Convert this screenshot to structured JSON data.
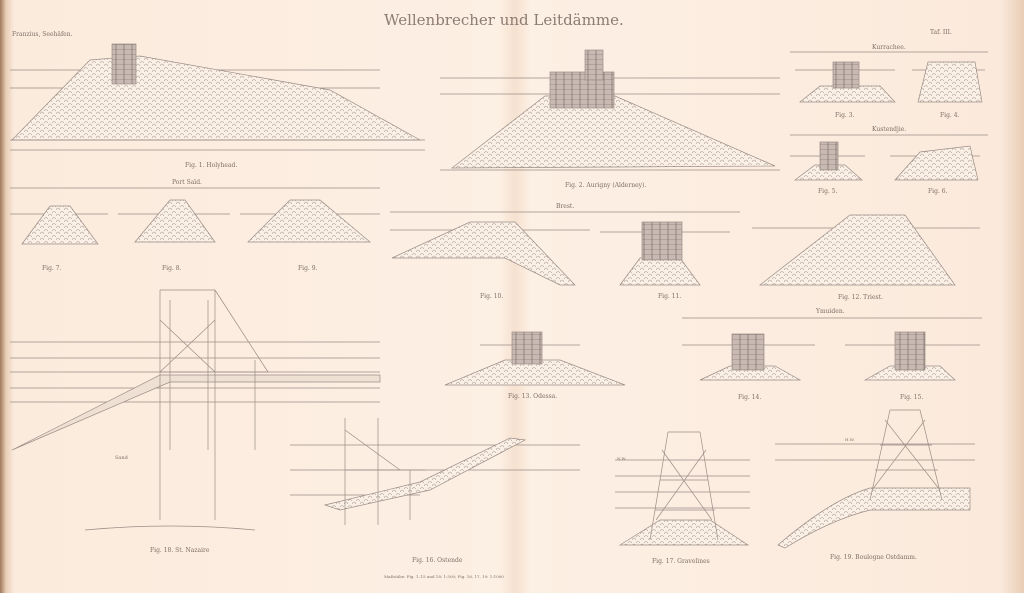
{
  "plate": {
    "title": "Wellenbrecher und Leitdämme.",
    "left_header": "Franzius, Seehäfen.",
    "right_header": "Taf. III.",
    "scale_note": "Maßstäbe: Fig. 1–15 und 18: 1:500; Fig. 16, 17, 19: 1:1000"
  },
  "groups": {
    "port_said": "Port Saïd.",
    "brest": "Brest.",
    "kurrachee": "Kurrachee.",
    "kustendjie": "Kustendjie.",
    "ymuiden": "Ymuiden."
  },
  "figures": {
    "f1": "Fig. 1. Holyhead.",
    "f2": "Fig. 2. Aurigny (Alderney).",
    "f3": "Fig. 3.",
    "f4": "Fig. 4.",
    "f5": "Fig. 5.",
    "f6": "Fig. 6.",
    "f7": "Fig. 7.",
    "f8": "Fig. 8.",
    "f9": "Fig. 9.",
    "f10": "Fig. 10.",
    "f11": "Fig. 11.",
    "f12": "Fig. 12. Triest.",
    "f13": "Fig. 13. Odessa.",
    "f14": "Fig. 14.",
    "f15": "Fig. 15.",
    "f16": "Fig. 16. Ostende",
    "f17": "Fig. 17. Gravelines",
    "f18": "Fig. 18. St. Nazaire",
    "f19": "Fig. 19. Boulogne Ostdamm."
  },
  "annotations": {
    "sand": "Sand",
    "hw": "H.W.",
    "nw": "N.W."
  }
}
